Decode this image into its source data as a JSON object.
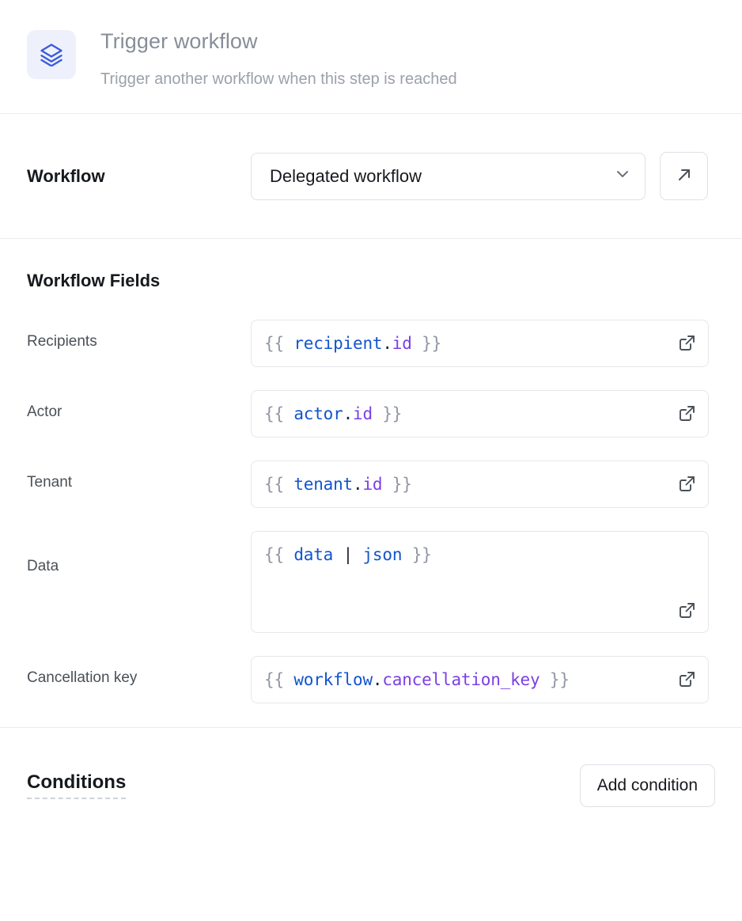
{
  "header": {
    "icon": "layers-icon",
    "title": "Trigger workflow",
    "subtitle": "Trigger another workflow when this step is reached"
  },
  "workflow_section": {
    "label": "Workflow",
    "select": {
      "value": "Delegated workflow",
      "chevron_icon": "chevron-down-icon"
    },
    "open_button_icon": "arrow-up-right-icon"
  },
  "workflow_fields": {
    "heading": "Workflow Fields",
    "expand_icon": "external-link-icon",
    "fields": [
      {
        "label": "Recipients",
        "value": "{{ recipient.id }}",
        "tokens": [
          {
            "t": "{{ ",
            "c": "brace"
          },
          {
            "t": "recipient",
            "c": "obj"
          },
          {
            "t": ".",
            "c": "dot"
          },
          {
            "t": "id",
            "c": "prop"
          },
          {
            "t": " }}",
            "c": "brace"
          }
        ],
        "multiline": false
      },
      {
        "label": "Actor",
        "value": "{{ actor.id }}",
        "tokens": [
          {
            "t": "{{ ",
            "c": "brace"
          },
          {
            "t": "actor",
            "c": "obj"
          },
          {
            "t": ".",
            "c": "dot"
          },
          {
            "t": "id",
            "c": "prop"
          },
          {
            "t": " }}",
            "c": "brace"
          }
        ],
        "multiline": false
      },
      {
        "label": "Tenant",
        "value": "{{ tenant.id }}",
        "tokens": [
          {
            "t": "{{ ",
            "c": "brace"
          },
          {
            "t": "tenant",
            "c": "obj"
          },
          {
            "t": ".",
            "c": "dot"
          },
          {
            "t": "id",
            "c": "prop"
          },
          {
            "t": " }}",
            "c": "brace"
          }
        ],
        "multiline": false
      },
      {
        "label": "Data",
        "value": "{{ data | json }}",
        "tokens": [
          {
            "t": "{{ ",
            "c": "brace"
          },
          {
            "t": "data",
            "c": "obj"
          },
          {
            "t": " ",
            "c": "brace"
          },
          {
            "t": "|",
            "c": "pipe"
          },
          {
            "t": " ",
            "c": "brace"
          },
          {
            "t": "json",
            "c": "filter"
          },
          {
            "t": " }}",
            "c": "brace"
          }
        ],
        "multiline": true
      },
      {
        "label": "Cancellation key",
        "value": "{{ workflow.cancellation_key }}",
        "tokens": [
          {
            "t": "{{ ",
            "c": "brace"
          },
          {
            "t": "workflow",
            "c": "obj"
          },
          {
            "t": ".",
            "c": "dot"
          },
          {
            "t": "cancellation_key",
            "c": "prop"
          },
          {
            "t": " }}",
            "c": "brace"
          }
        ],
        "multiline": false
      }
    ]
  },
  "conditions_section": {
    "title": "Conditions",
    "add_button_label": "Add condition"
  },
  "colors": {
    "accent_blue": "#3b5bdb",
    "icon_bg": "#eef1fb",
    "token_object": "#1155cc",
    "token_property": "#7b3fe4",
    "token_brace": "#9296a3",
    "border": "#dde1e6",
    "divider": "#e9ecef",
    "title_gray": "#878e99",
    "subtitle_gray": "#9ba1ab",
    "text_dark": "#16191d"
  }
}
